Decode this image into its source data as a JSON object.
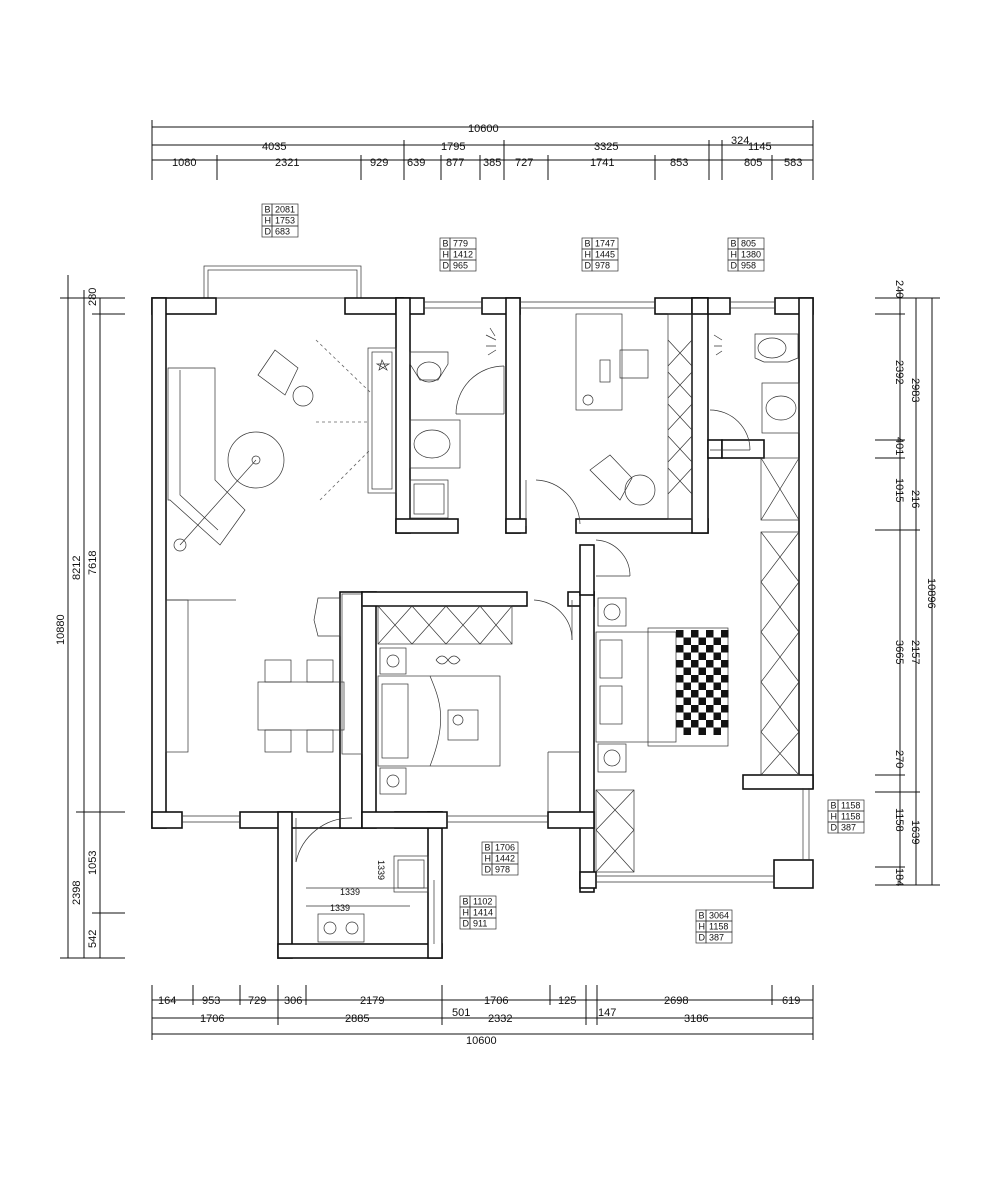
{
  "dimensions": {
    "top_total": "10600",
    "top_row1": [
      "4035",
      "1795",
      "3325",
      "324",
      "1145"
    ],
    "top_row2": [
      "1080",
      "2321",
      "929",
      "639",
      "877",
      "385",
      "727",
      "1741",
      "853",
      "805",
      "583"
    ],
    "bottom_total": "10600",
    "bottom_row1": [
      "1706",
      "2885",
      "501",
      "2332",
      "147",
      "3186"
    ],
    "bottom_row2": [
      "164",
      "953",
      "729",
      "306",
      "2179",
      "1706",
      "125",
      "2698",
      "619"
    ],
    "left_total": "10880",
    "left_row1": [
      "8212",
      "2398"
    ],
    "left_row2": [
      "280",
      "7618",
      "1053",
      "542"
    ],
    "right_total": "10896",
    "right_row1": [
      "2983",
      "216",
      "2157",
      "1639"
    ],
    "right_row2": [
      "240",
      "2392",
      "401",
      "1015",
      "3665",
      "270",
      "1158",
      "184"
    ]
  },
  "window_tables": [
    {
      "rows": [
        [
          "B",
          "2081"
        ],
        [
          "H",
          "1753"
        ],
        [
          "D",
          "683"
        ]
      ]
    },
    {
      "rows": [
        [
          "B",
          "779"
        ],
        [
          "H",
          "1412"
        ],
        [
          "D",
          "965"
        ]
      ]
    },
    {
      "rows": [
        [
          "B",
          "1747"
        ],
        [
          "H",
          "1445"
        ],
        [
          "D",
          "978"
        ]
      ]
    },
    {
      "rows": [
        [
          "B",
          "805"
        ],
        [
          "H",
          "1380"
        ],
        [
          "D",
          "958"
        ]
      ]
    },
    {
      "rows": [
        [
          "B",
          "1158"
        ],
        [
          "H",
          "1158"
        ],
        [
          "D",
          "387"
        ]
      ]
    },
    {
      "rows": [
        [
          "B",
          "1706"
        ],
        [
          "H",
          "1442"
        ],
        [
          "D",
          "978"
        ]
      ]
    },
    {
      "rows": [
        [
          "B",
          "1102"
        ],
        [
          "H",
          "1414"
        ],
        [
          "D",
          "911"
        ]
      ]
    },
    {
      "rows": [
        [
          "B",
          "3064"
        ],
        [
          "H",
          "1158"
        ],
        [
          "D",
          "387"
        ]
      ]
    }
  ],
  "kitchen_labels": [
    "1339",
    "1339",
    "1339"
  ]
}
